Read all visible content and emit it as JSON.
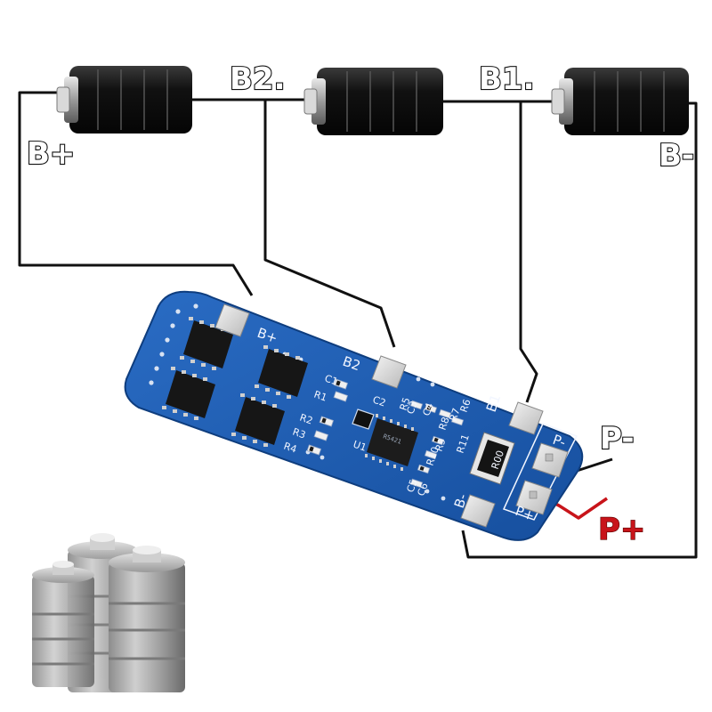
{
  "labels": {
    "b_plus": "B+",
    "b2": "B2.",
    "b1": "B1.",
    "b_minus": "B-",
    "p_minus": "P-",
    "p_plus": "P+"
  },
  "board": {
    "pad_b_plus": "B+",
    "pad_b2": "B2",
    "pad_b1": "B1",
    "pad_b_minus": "B-",
    "pad_p_minus": "P-",
    "pad_p_plus": "P+",
    "sense_resistor": "R00",
    "refs": [
      "C1",
      "C2",
      "C3",
      "C4",
      "C5",
      "C6",
      "R1",
      "R2",
      "R3",
      "R4",
      "R5",
      "R6",
      "R7",
      "R8",
      "R9",
      "R10",
      "R11",
      "U1"
    ]
  },
  "colors": {
    "pcb": "#1e5fb4",
    "wire": "#111111",
    "wire_positive": "#c8141a",
    "label_positive": "#c8141a"
  },
  "icons": {
    "cell": "cylinder-battery-icon",
    "decor": "battery-stack-icon"
  }
}
